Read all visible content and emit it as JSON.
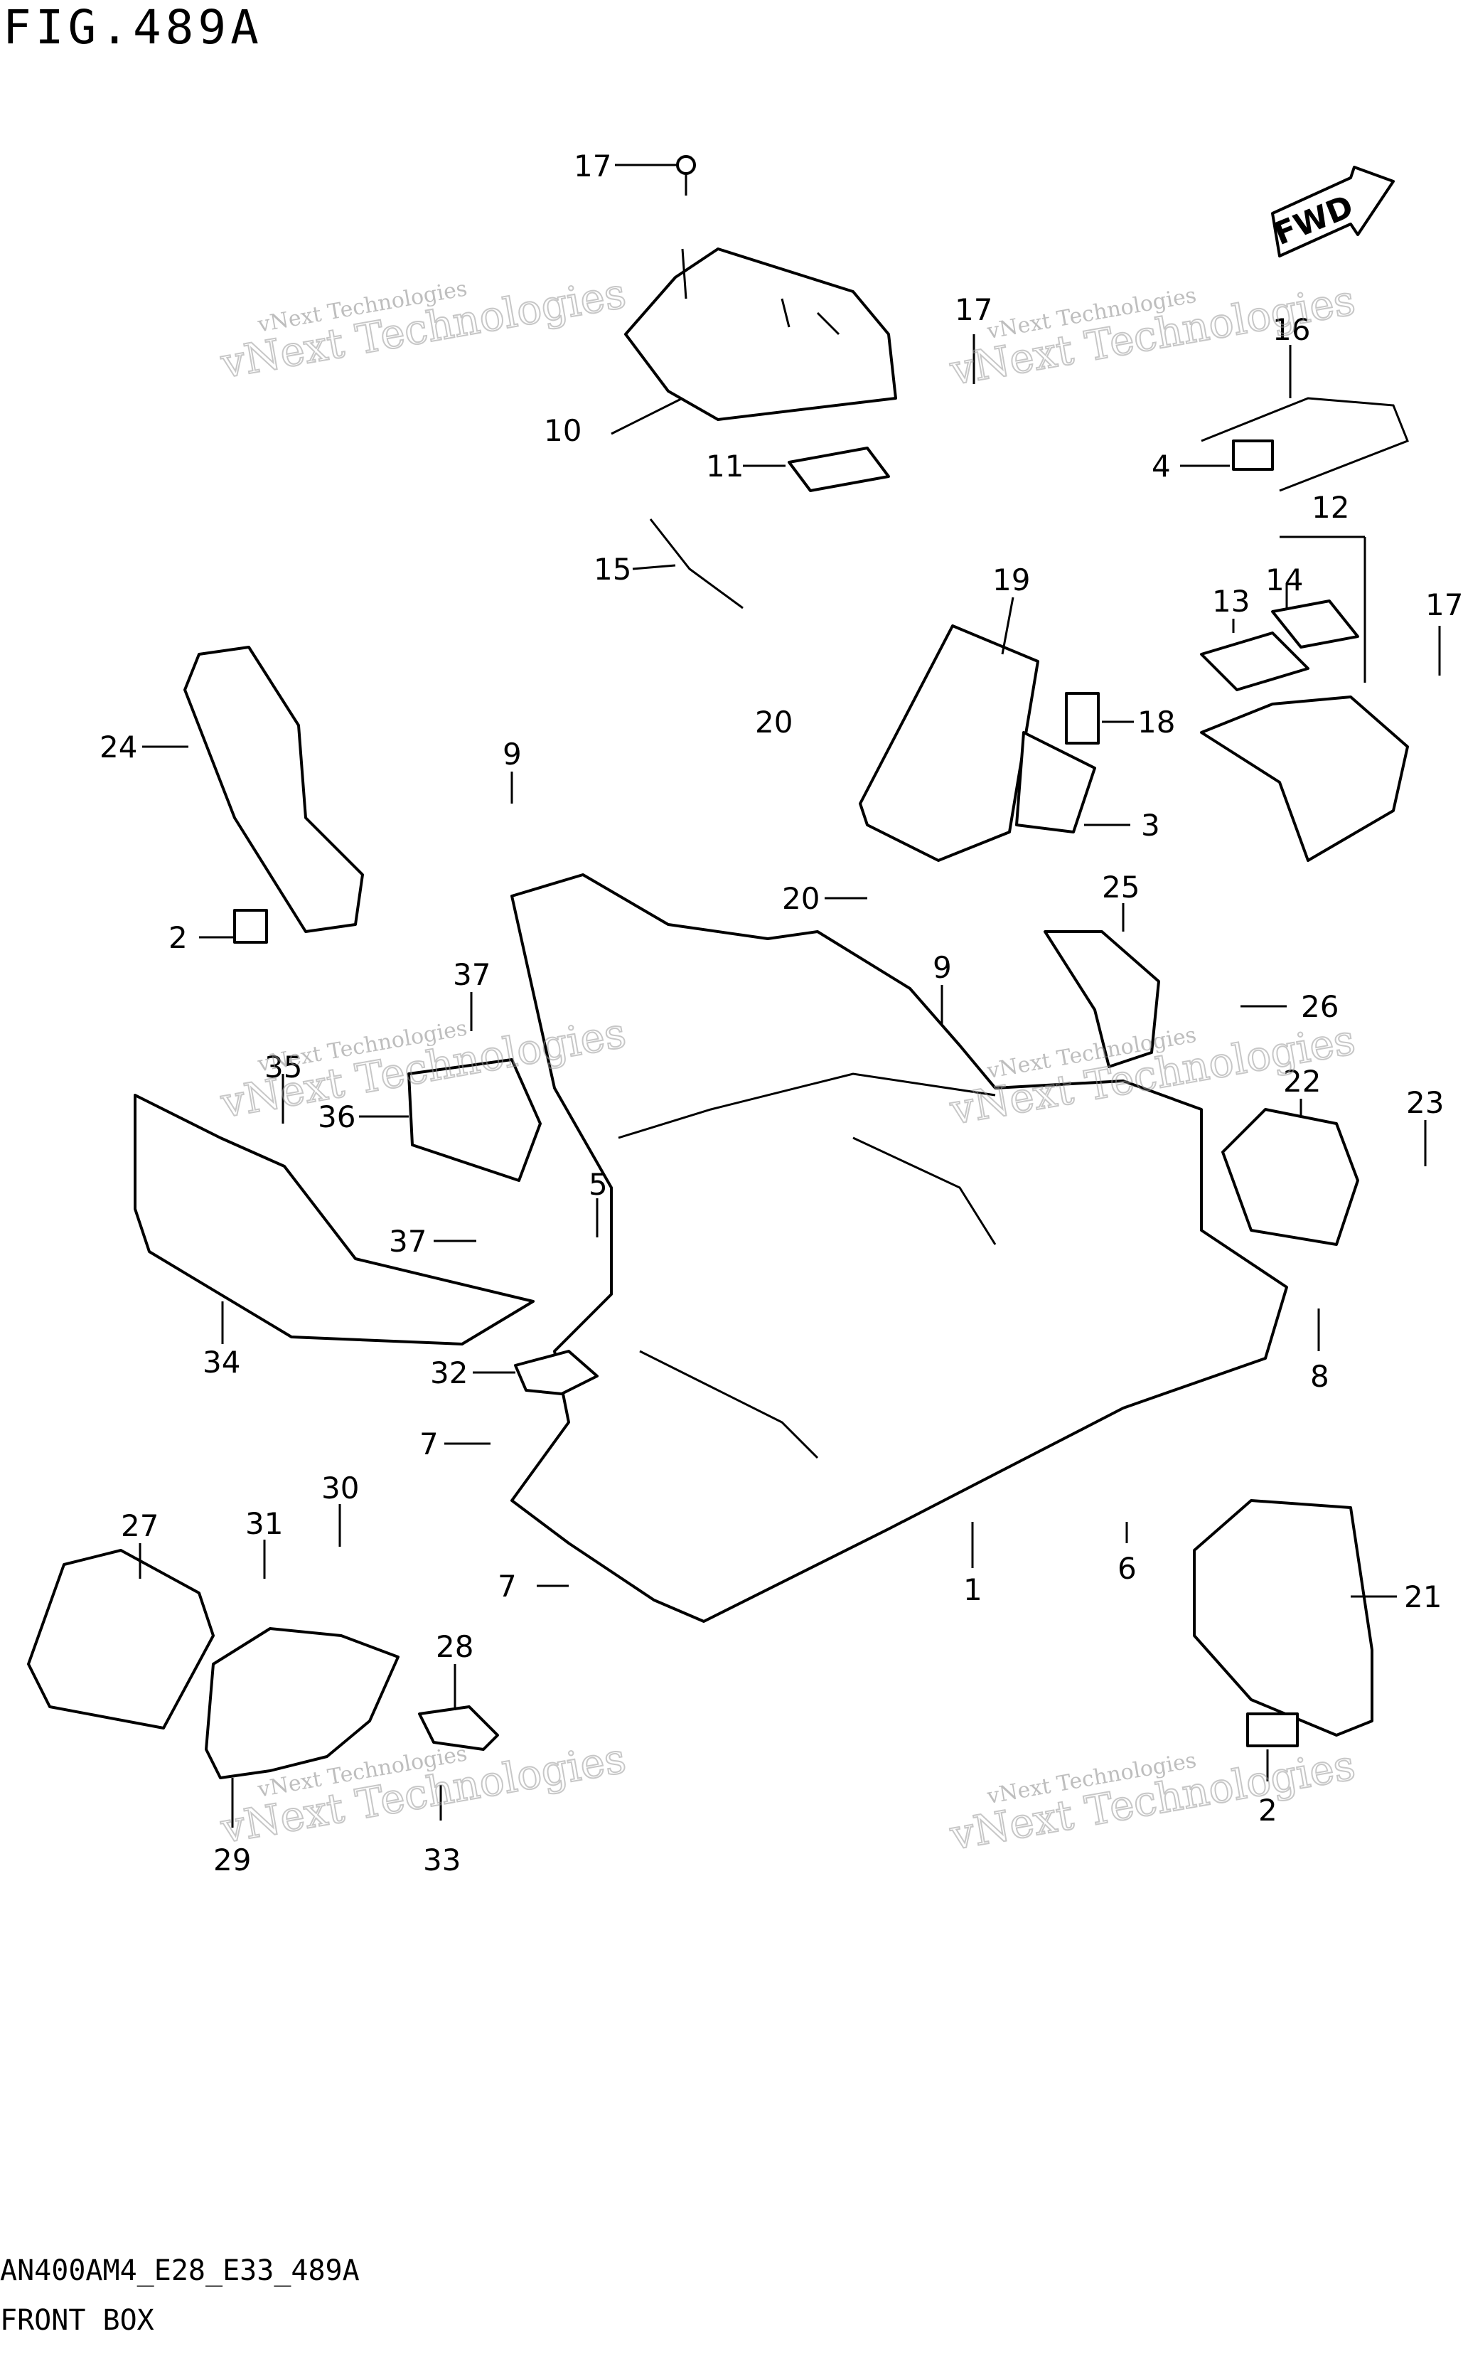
{
  "figure": {
    "title": "FIG.489A",
    "model_code": "AN400AM4_E28_E33_489A",
    "caption": "FRONT BOX",
    "fwd_label": "FWD"
  },
  "callouts": [
    "17",
    "10",
    "11",
    "17",
    "16",
    "4",
    "12",
    "14",
    "13",
    "17",
    "15",
    "19",
    "18",
    "20",
    "3",
    "24",
    "2",
    "9",
    "20",
    "25",
    "9",
    "26",
    "37",
    "35",
    "36",
    "22",
    "23",
    "5",
    "37",
    "8",
    "34",
    "32",
    "7",
    "1",
    "6",
    "30",
    "27",
    "31",
    "28",
    "21",
    "7",
    "29",
    "33",
    "2"
  ],
  "watermark": {
    "line1": "vNext Technologies",
    "line2": "vNext Technologies"
  }
}
